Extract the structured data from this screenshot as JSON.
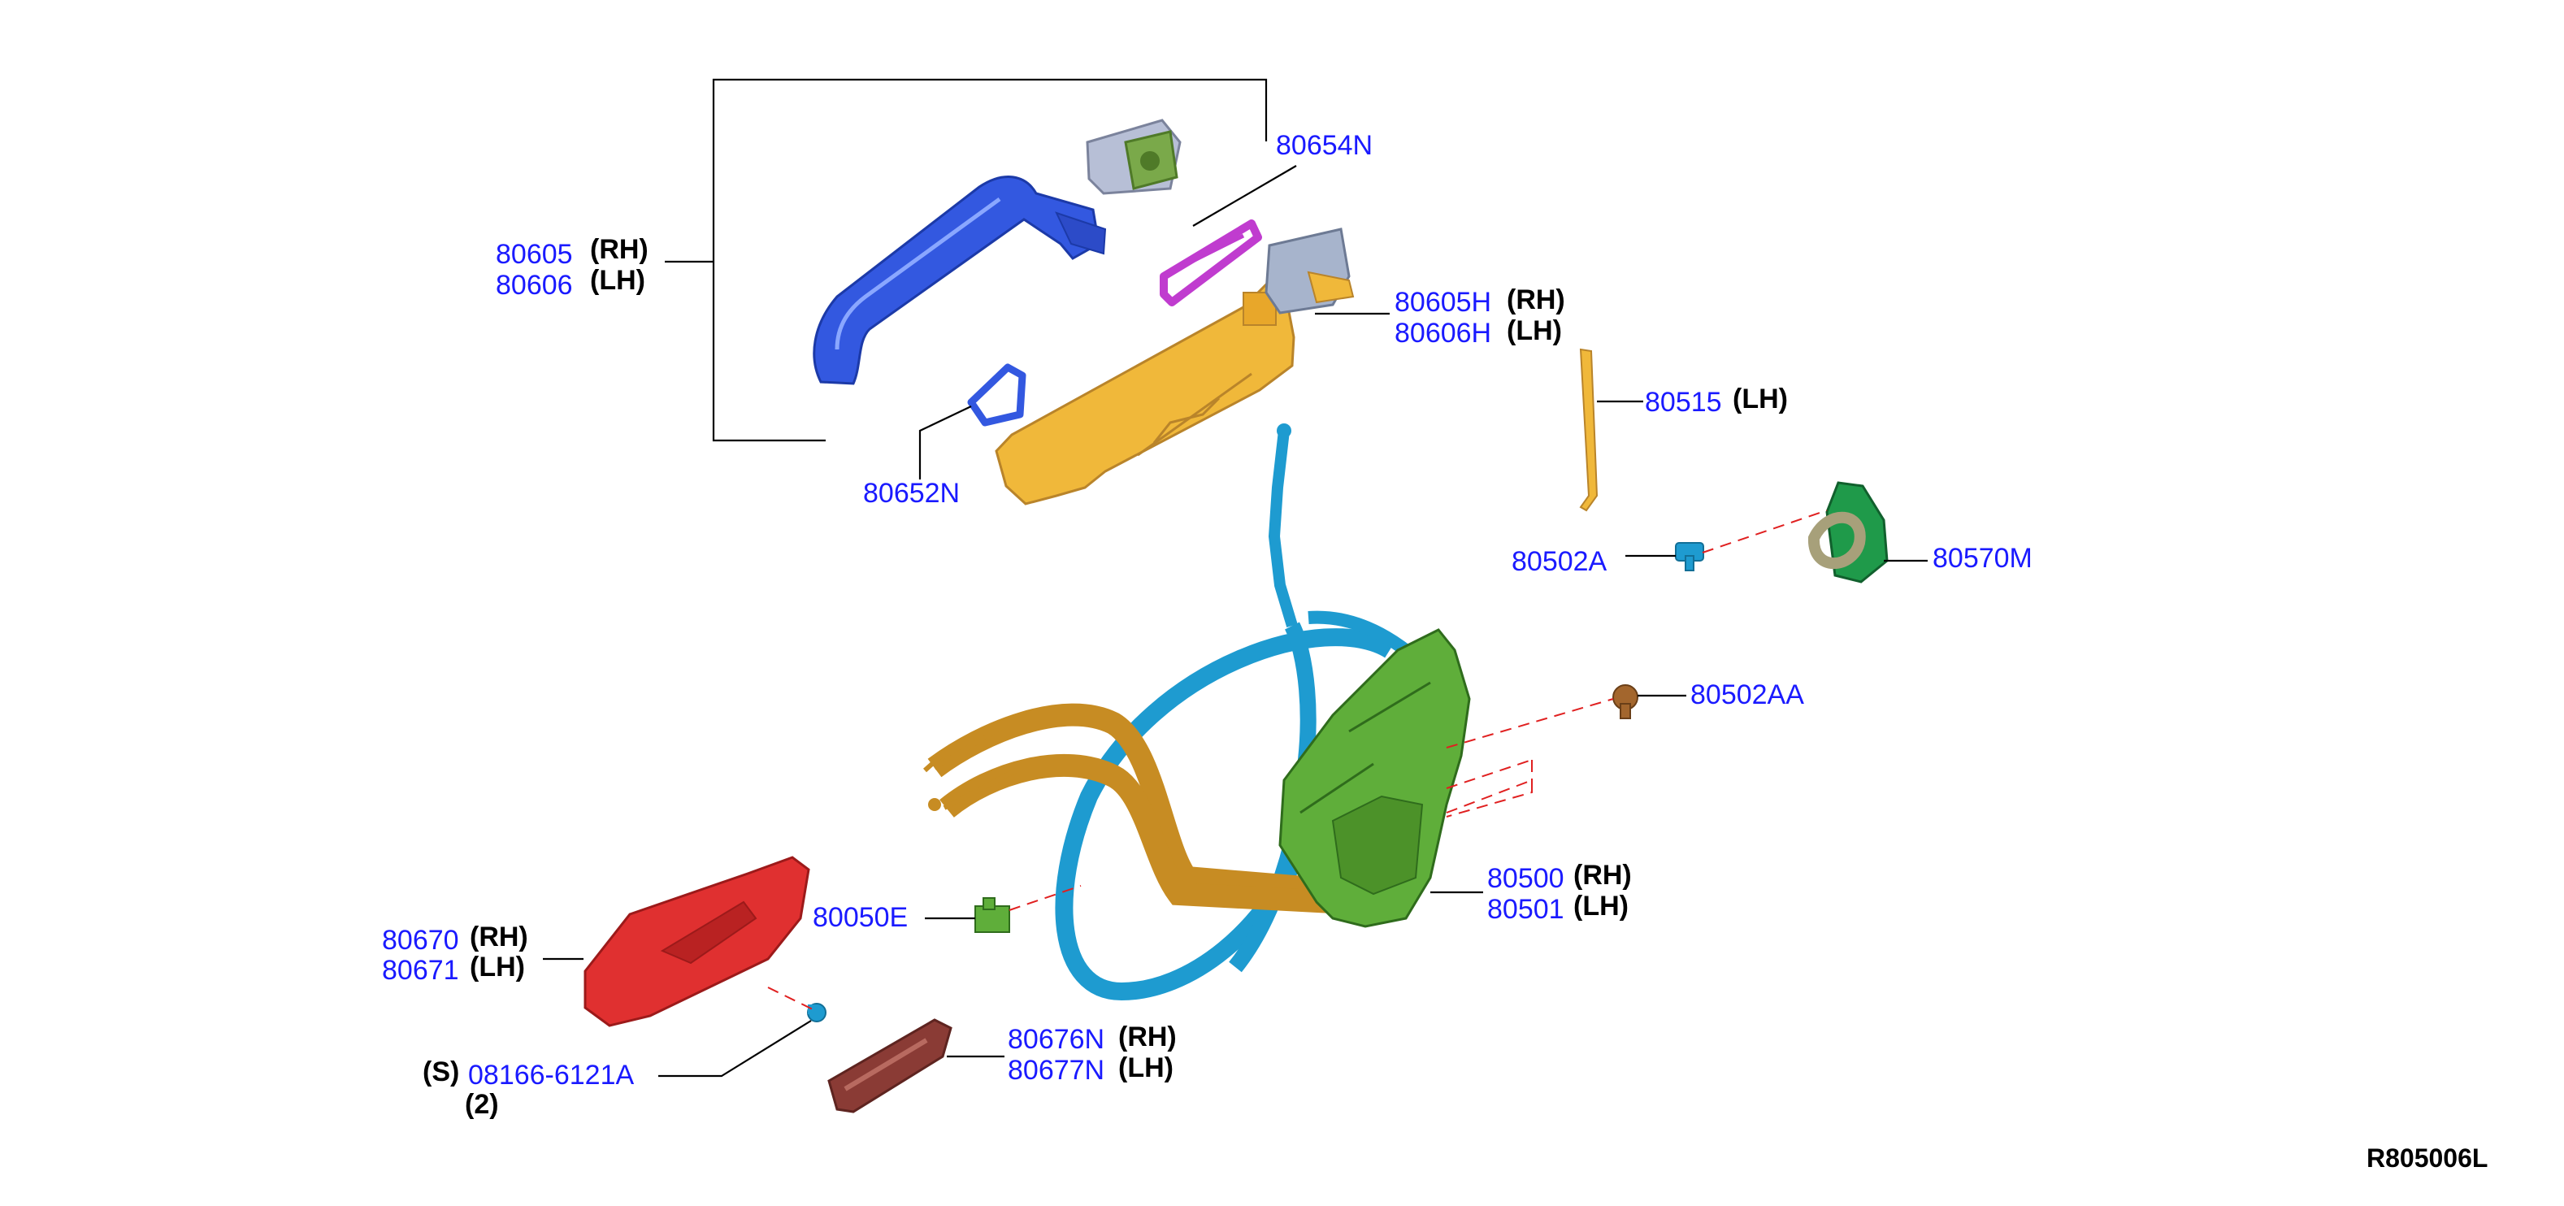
{
  "reference_code": "R805006L",
  "colors": {
    "part_number": "#1a1aff",
    "leader_line": "#000000",
    "phantom_line": "#e02020",
    "outside_handle": "#3358e0",
    "handle_base": "#f0b83a",
    "cable": "#1e9bd0",
    "lock_actuator": "#5fae3a",
    "inside_handle": "#e03030",
    "escutcheon": "#8a3b35",
    "striker": "#1f9a4a"
  },
  "callouts": [
    {
      "id": "80605",
      "part": "80605",
      "side": "(RH)"
    },
    {
      "id": "80606",
      "part": "80606",
      "side": "(LH)"
    },
    {
      "id": "80654N",
      "part": "80654N",
      "side": ""
    },
    {
      "id": "80605H",
      "part": "80605H",
      "side": "(RH)"
    },
    {
      "id": "80606H",
      "part": "80606H",
      "side": "(LH)"
    },
    {
      "id": "80515",
      "part": "80515",
      "side": "(LH)"
    },
    {
      "id": "80652N",
      "part": "80652N",
      "side": ""
    },
    {
      "id": "80502A",
      "part": "80502A",
      "side": ""
    },
    {
      "id": "80570M",
      "part": "80570M",
      "side": ""
    },
    {
      "id": "80502AA",
      "part": "80502AA",
      "side": ""
    },
    {
      "id": "80500",
      "part": "80500",
      "side": "(RH)"
    },
    {
      "id": "80501",
      "part": "80501",
      "side": "(LH)"
    },
    {
      "id": "80050E",
      "part": "80050E",
      "side": ""
    },
    {
      "id": "80670",
      "part": "80670",
      "side": "(RH)"
    },
    {
      "id": "80671",
      "part": "80671",
      "side": "(LH)"
    },
    {
      "id": "80676N",
      "part": "80676N",
      "side": "(RH)"
    },
    {
      "id": "80677N",
      "part": "80677N",
      "side": "(LH)"
    },
    {
      "id": "08166",
      "prefix": "(S)",
      "part": "08166-6121A",
      "qty": "(2)"
    }
  ]
}
